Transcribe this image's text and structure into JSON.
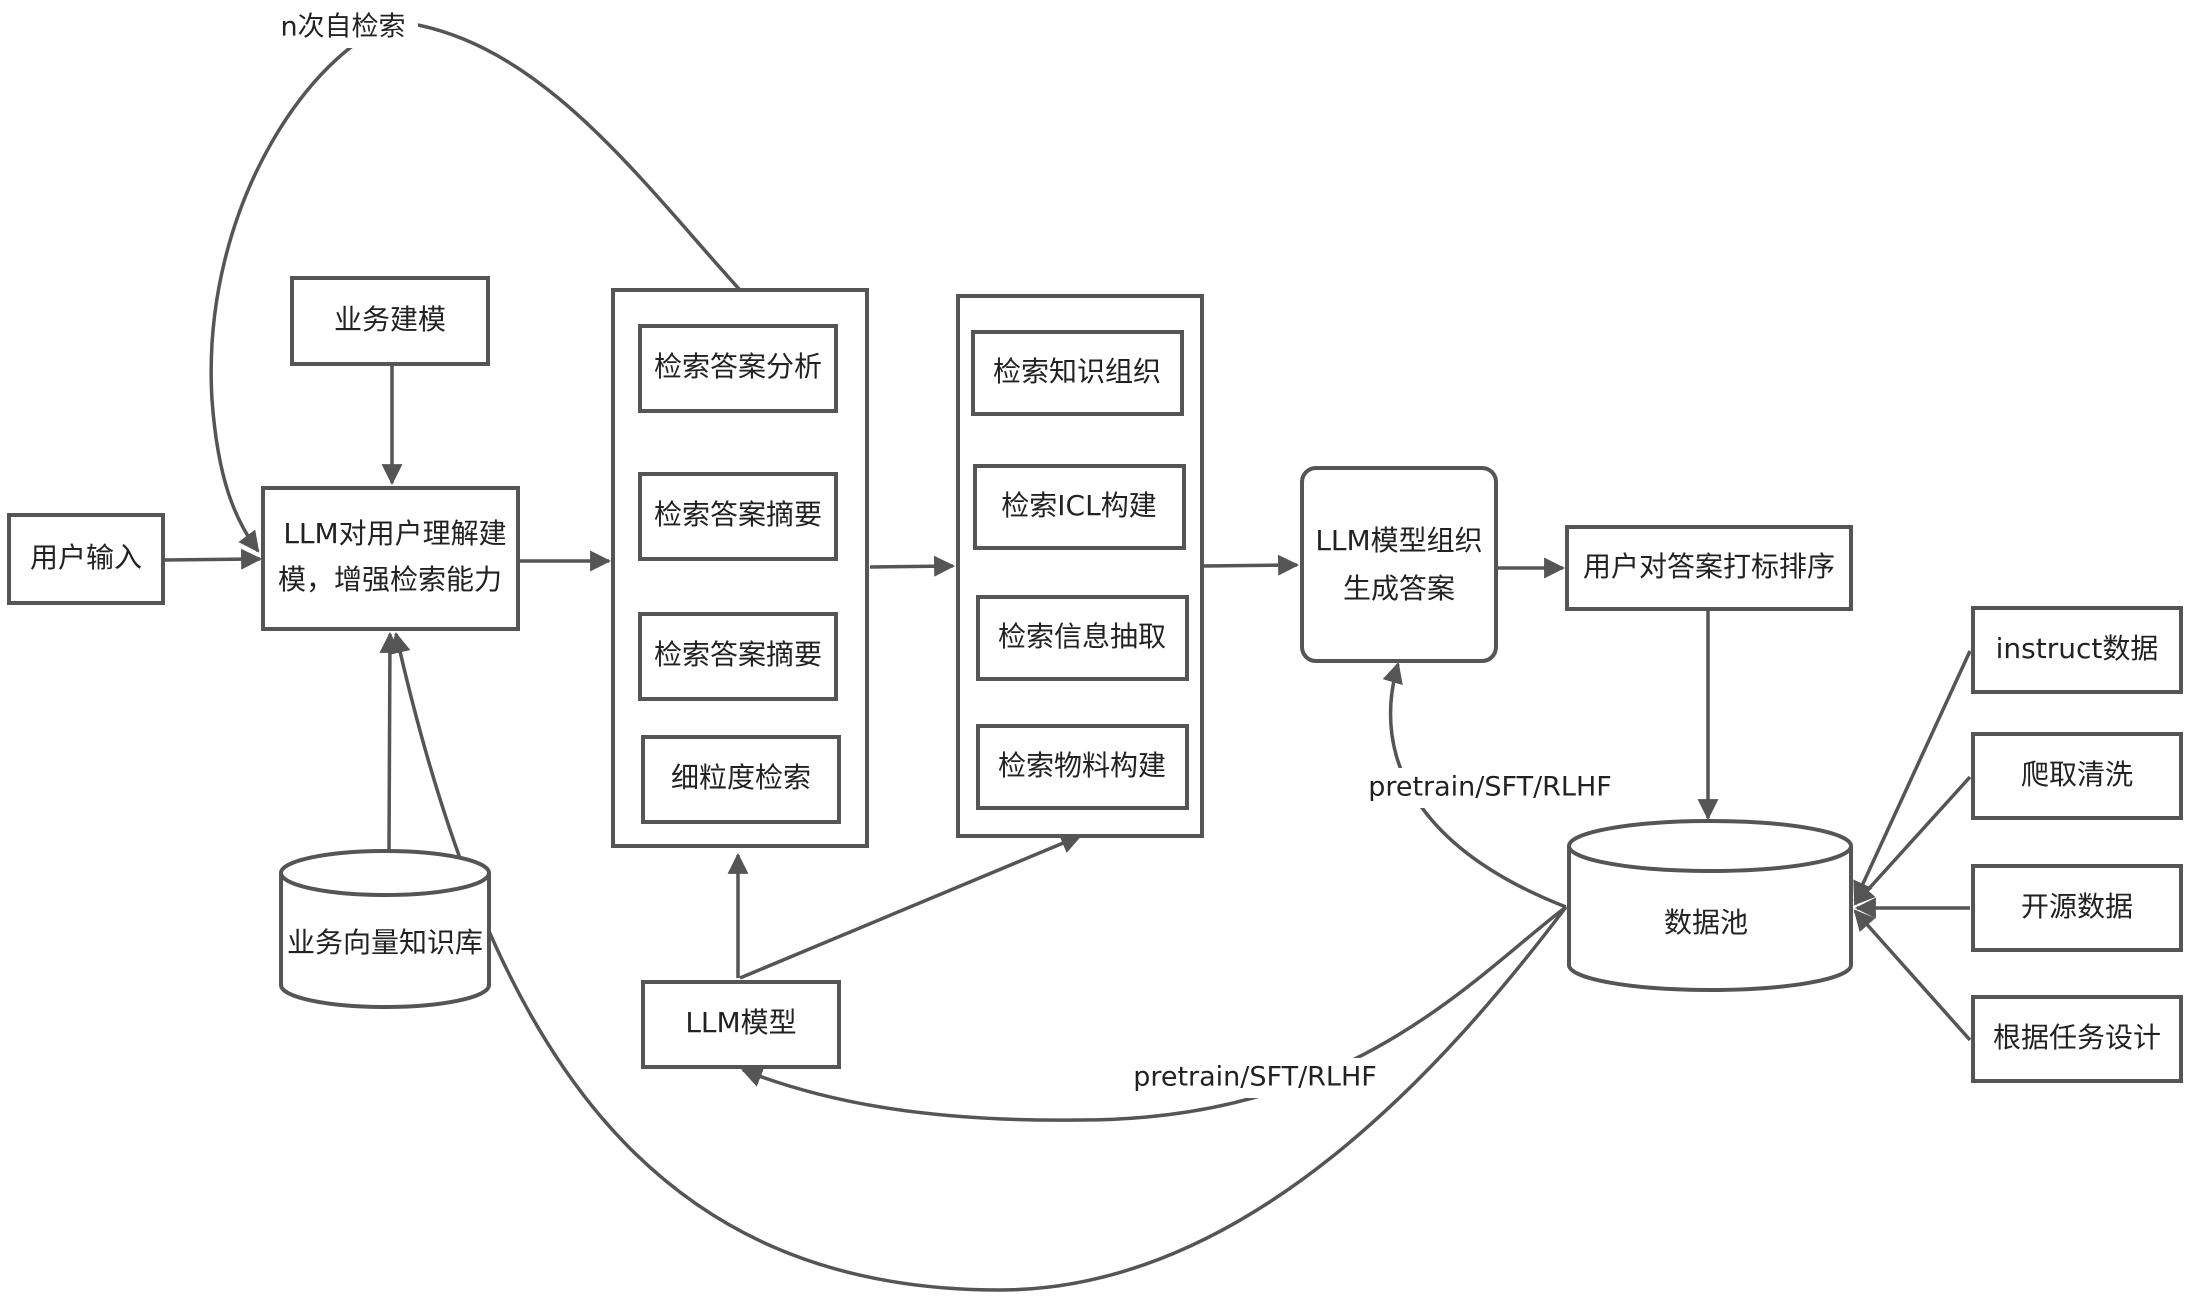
{
  "nodes": {
    "user_input": "用户输入",
    "business_modeling": "业务建模",
    "llm_understanding_line1": "LLM对用户理解建",
    "llm_understanding_line2": "模，增强检索能力",
    "vector_kb": "业务向量知识库",
    "answer_analysis": "检索答案分析",
    "answer_summary_1": "检索答案摘要",
    "answer_summary_2": "检索答案摘要",
    "fine_grained": "细粒度检索",
    "knowledge_org": "检索知识组织",
    "icl_build": "检索ICL构建",
    "info_extract": "检索信息抽取",
    "material_build": "检索物料构建",
    "llm_model": "LLM模型",
    "llm_generate_line1": "LLM模型组织",
    "llm_generate_line2": "生成答案",
    "user_ranking": "用户对答案打标排序",
    "data_pool": "数据池",
    "instruct_data": "instruct数据",
    "crawl_clean": "爬取清洗",
    "open_data": "开源数据",
    "task_design": "根据任务设计"
  },
  "edge_labels": {
    "n_self_retrieval": "n次自检索",
    "training_top": "pretrain/SFT/RLHF",
    "training_bottom": "pretrain/SFT/RLHF"
  },
  "colors": {
    "stroke": "#555555",
    "text": "#222222",
    "background": "#ffffff"
  }
}
